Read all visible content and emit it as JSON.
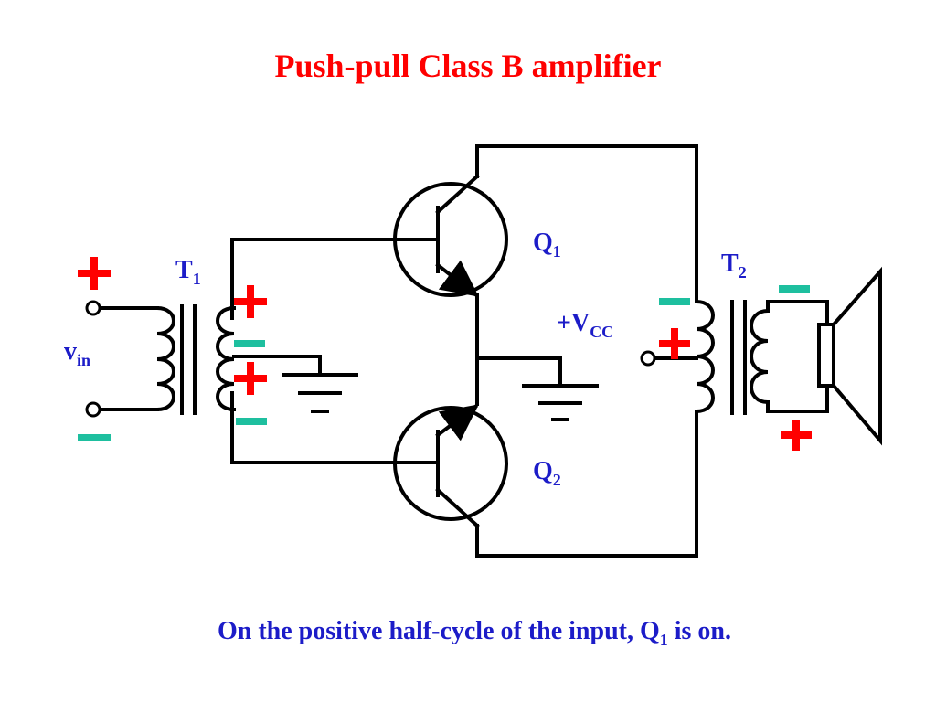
{
  "title": "Push-pull Class B amplifier",
  "caption": {
    "pre": "On the positive half-cycle of the input, Q",
    "sub": "1",
    "post": " is on."
  },
  "labels": {
    "q1": {
      "main": "Q",
      "sub": "1"
    },
    "q2": {
      "main": "Q",
      "sub": "2"
    },
    "t1": {
      "main": "T",
      "sub": "1"
    },
    "t2": {
      "main": "T",
      "sub": "2"
    },
    "vin": {
      "main": "v",
      "sub": "in"
    },
    "vcc": {
      "main": "+V",
      "sub": "CC"
    }
  },
  "colors": {
    "title": "#ff0000",
    "labels": "#1c1cc8",
    "plus": "#ff0000",
    "minus": "#1ebf9f",
    "wire": "#000000"
  },
  "icons": [
    "plus-sign-icon",
    "minus-sign-icon",
    "ground-icon",
    "npn-transistor-icon",
    "pnp-transistor-icon",
    "transformer-icon",
    "speaker-icon"
  ]
}
